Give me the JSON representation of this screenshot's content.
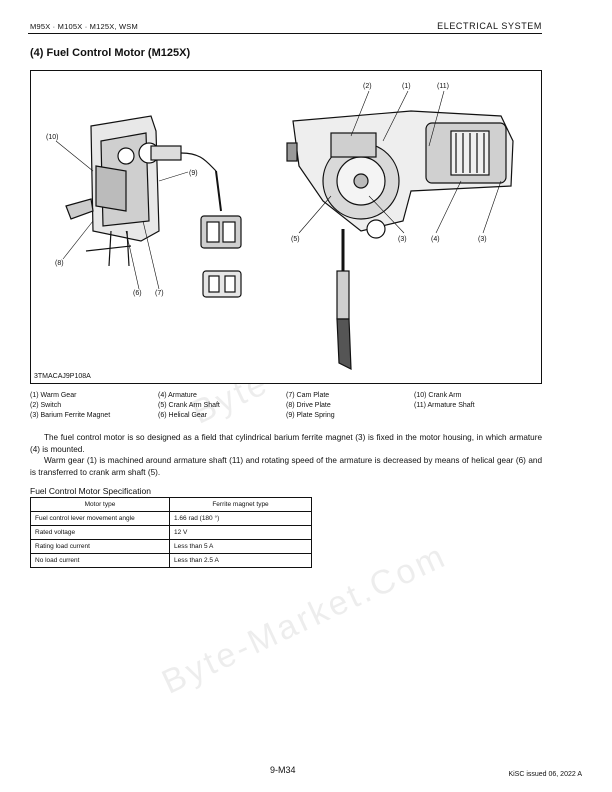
{
  "header": {
    "models": "M95X · M105X · M125X, WSM",
    "section": "ELECTRICAL SYSTEM"
  },
  "section_title": "(4)   Fuel Control Motor (M125X)",
  "figure": {
    "code": "3TMACAJ9P108A",
    "callouts_left": [
      "(10)",
      "(9)",
      "(8)",
      "(6)",
      "(7)"
    ],
    "callouts_right": [
      "(2)",
      "(1)",
      "(11)",
      "(5)",
      "(3)",
      "(4)",
      "(3)"
    ]
  },
  "legend": [
    {
      "num": "(1)",
      "label": "Warm Gear"
    },
    {
      "num": "(2)",
      "label": "Switch"
    },
    {
      "num": "(3)",
      "label": "Barium Ferrite Magnet"
    },
    {
      "num": "(4)",
      "label": "Armature"
    },
    {
      "num": "(5)",
      "label": "Crank Arm Shaft"
    },
    {
      "num": "(6)",
      "label": "Helical Gear"
    },
    {
      "num": "(7)",
      "label": "Cam Plate"
    },
    {
      "num": "(8)",
      "label": "Drive Plate"
    },
    {
      "num": "(9)",
      "label": "Plate Spring"
    },
    {
      "num": "(10)",
      "label": "Crank Arm"
    },
    {
      "num": "(11)",
      "label": "Armature Shaft"
    }
  ],
  "body": {
    "p1": "The fuel control motor is so designed as a field that cylindrical barium ferrite magnet (3) is fixed in the motor housing, in which armature (4) is mounted.",
    "p2": "Warm gear (1) is machined around armature shaft (11) and rotating speed of the armature is decreased by means of helical gear (6) and is transferred to crank arm shaft (5)."
  },
  "spec": {
    "title": "Fuel Control Motor Specification",
    "headers": [
      "Motor type",
      "Ferrite magnet type"
    ],
    "rows": [
      [
        "Fuel control lever movement angle",
        "1.66 rad (180 °)"
      ],
      [
        "Rated voltage",
        "12 V"
      ],
      [
        "Rating load current",
        "Less than 5 A"
      ],
      [
        "No load current",
        "Less than 2.5 A"
      ]
    ]
  },
  "footer": {
    "page": "9-M34",
    "issued": "KiSC issued 06, 2022 A"
  },
  "watermark": "Byte-Market.Com"
}
